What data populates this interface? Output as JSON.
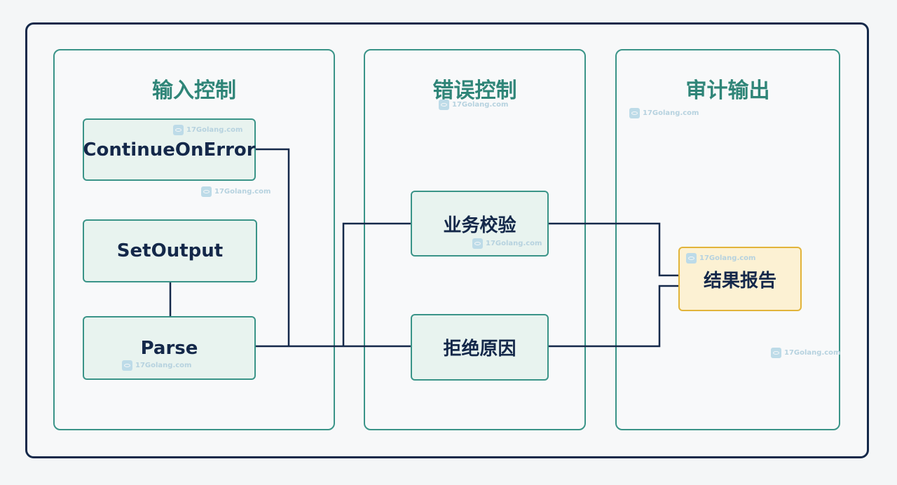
{
  "panels": [
    {
      "title": "输入控制"
    },
    {
      "title": "错误控制"
    },
    {
      "title": "审计输出"
    }
  ],
  "nodes": {
    "continue_on_error": "ContinueOnError",
    "set_output": "SetOutput",
    "parse": "Parse",
    "business_validation": "业务校验",
    "rejection_reason": "拒绝原因",
    "result_report": "结果报告"
  },
  "watermark": "17Golang.com",
  "colors": {
    "frame": "#15294a",
    "panel_border": "#3a9488",
    "panel_title": "#2f8578",
    "node_fill": "#e8f3ef",
    "result_border": "#e2b43a",
    "result_fill": "#fcf1d3",
    "wire": "#15294a"
  }
}
